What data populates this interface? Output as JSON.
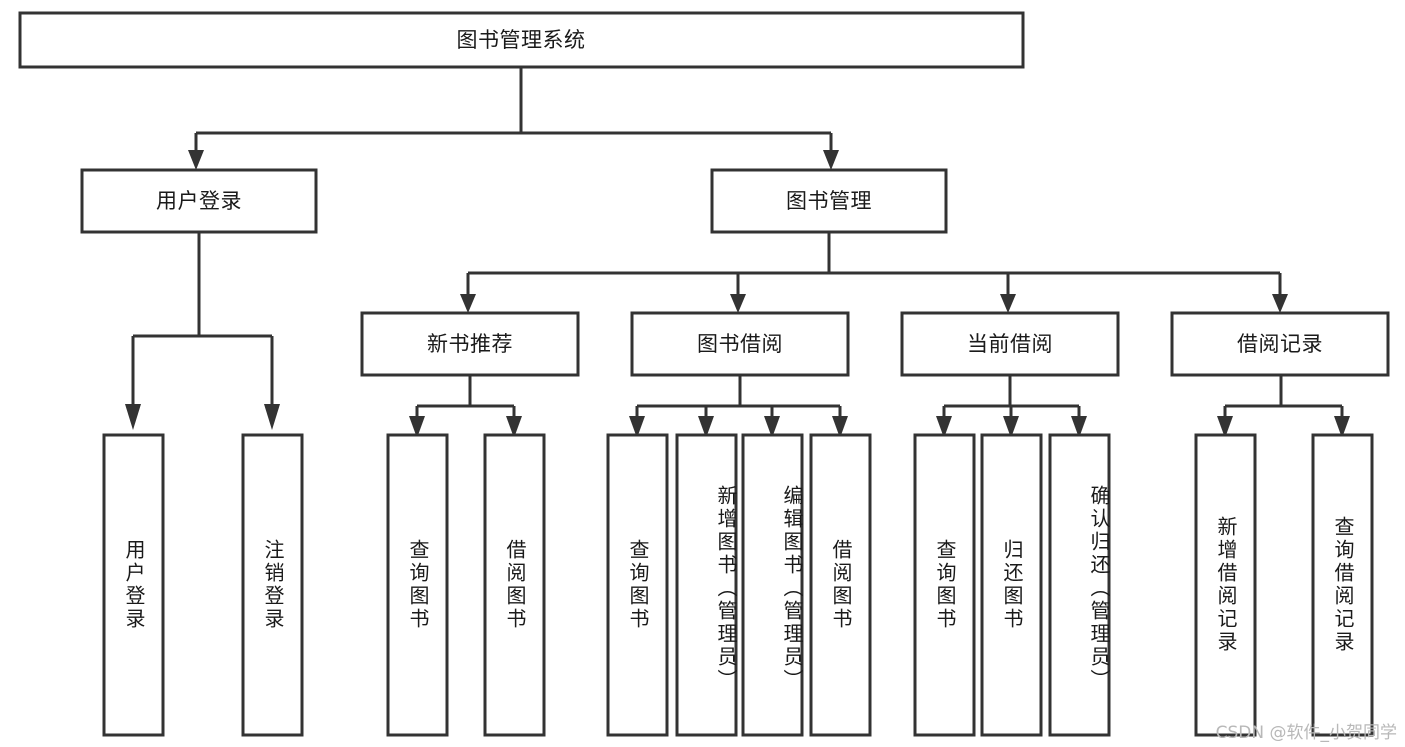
{
  "diagram": {
    "type": "tree-hierarchy-diagram",
    "title_node": {
      "label": "图书管理系统"
    },
    "level2": [
      {
        "id": "user-login",
        "label": "用户登录"
      },
      {
        "id": "book-management",
        "label": "图书管理"
      }
    ],
    "level3": [
      {
        "id": "new-book-recommend",
        "label": "新书推荐",
        "parent": "book-management"
      },
      {
        "id": "book-borrow",
        "label": "图书借阅",
        "parent": "book-management"
      },
      {
        "id": "current-borrow",
        "label": "当前借阅",
        "parent": "book-management"
      },
      {
        "id": "borrow-record",
        "label": "借阅记录",
        "parent": "book-management"
      }
    ],
    "leaves": {
      "user_login": [
        {
          "id": "leaf-user-login",
          "label": "用户登录"
        },
        {
          "id": "leaf-logout-login",
          "label": "注销登录"
        }
      ],
      "new_book_recommend": [
        {
          "id": "leaf-query-book-1",
          "label": "查询图书"
        },
        {
          "id": "leaf-borrow-book-1",
          "label": "借阅图书"
        }
      ],
      "book_borrow": [
        {
          "id": "leaf-query-book-2",
          "label": "查询图书"
        },
        {
          "id": "leaf-add-book",
          "label": "新增图书（管理员）"
        },
        {
          "id": "leaf-edit-book",
          "label": "编辑图书（管理员）"
        },
        {
          "id": "leaf-borrow-book-2",
          "label": "借阅图书"
        }
      ],
      "current_borrow": [
        {
          "id": "leaf-query-book-3",
          "label": "查询图书"
        },
        {
          "id": "leaf-return-book",
          "label": "归还图书"
        },
        {
          "id": "leaf-confirm-return",
          "label": "确认归还（管理员）"
        }
      ],
      "borrow_record": [
        {
          "id": "leaf-add-record",
          "label": "新增借阅记录"
        },
        {
          "id": "leaf-query-record",
          "label": "查询借阅记录"
        }
      ]
    },
    "colors": {
      "stroke": "#333333",
      "fill": "#ffffff",
      "text": "#1a1a1a",
      "watermark": "#b8b8b8",
      "background": "#ffffff"
    }
  },
  "watermark": {
    "text": "CSDN @软件_小贺同学"
  }
}
